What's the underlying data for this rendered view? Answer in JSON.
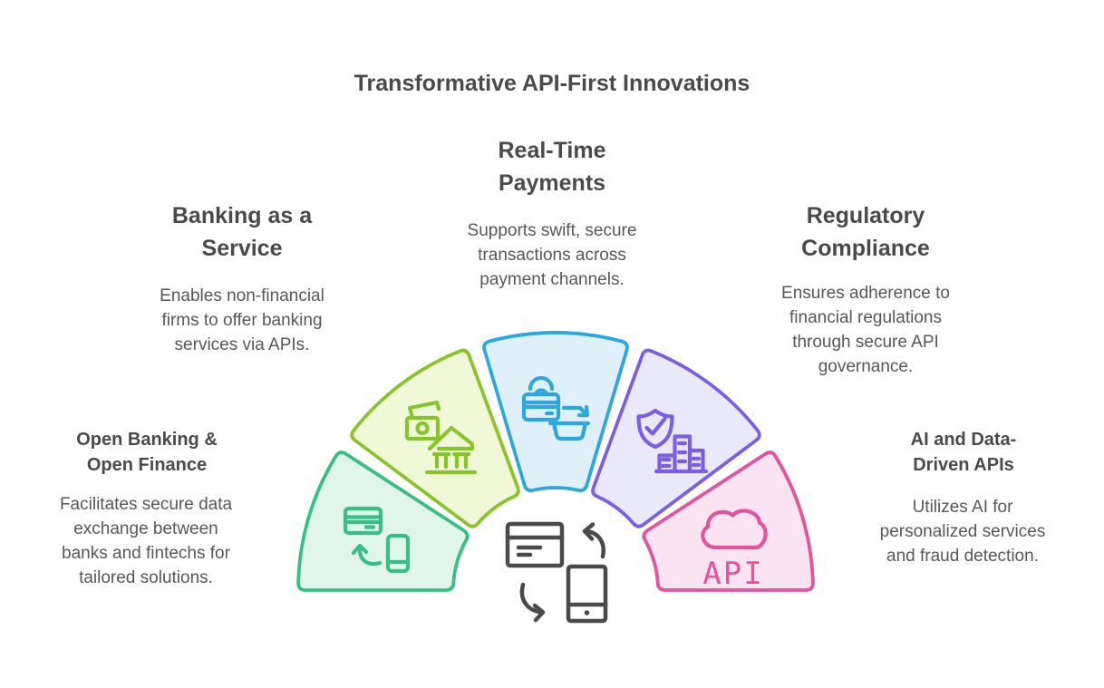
{
  "title": "Transformative API-First Innovations",
  "colors": {
    "background": "#ffffff",
    "heading_text": "#4a4a4a",
    "body_text": "#575757",
    "center_icon": "#4a4a4a"
  },
  "sections": {
    "real_time_payments": {
      "heading_lines": [
        "Real-Time",
        "Payments"
      ],
      "body_lines": [
        "Supports swift, secure",
        "transactions across",
        "payment channels."
      ]
    },
    "banking_as_a_service": {
      "heading_lines": [
        "Banking as a",
        "Service"
      ],
      "body_lines": [
        "Enables non-financial",
        "firms to offer banking",
        "services via APIs."
      ]
    },
    "regulatory_compliance": {
      "heading_lines": [
        "Regulatory",
        "Compliance"
      ],
      "body_lines": [
        "Ensures adherence to",
        "financial regulations",
        "through secure API",
        "governance."
      ]
    },
    "open_banking": {
      "heading_lines": [
        "Open Banking &",
        "Open Finance"
      ],
      "body_lines": [
        "Facilitates secure data",
        "exchange between",
        "banks and fintechs for",
        "tailored solutions."
      ]
    },
    "ai_data_driven": {
      "heading_lines": [
        "AI and Data-",
        "Driven APIs"
      ],
      "body_lines": [
        "Utilizes AI for",
        "personalized services",
        "and fraud detection."
      ]
    }
  },
  "fan": {
    "api_label": "API",
    "wedges": [
      {
        "name": "open-banking-open-finance",
        "fill": "#e0f6eb",
        "stroke": "#38bf83"
      },
      {
        "name": "banking-as-a-service",
        "fill": "#f0f8d8",
        "stroke": "#89c42c"
      },
      {
        "name": "real-time-payments",
        "fill": "#dff0fa",
        "stroke": "#2ca8de"
      },
      {
        "name": "regulatory-compliance",
        "fill": "#eae8fb",
        "stroke": "#7b5ee2"
      },
      {
        "name": "ai-data-driven-apis",
        "fill": "#fbe4f1",
        "stroke": "#e3539e"
      }
    ]
  }
}
